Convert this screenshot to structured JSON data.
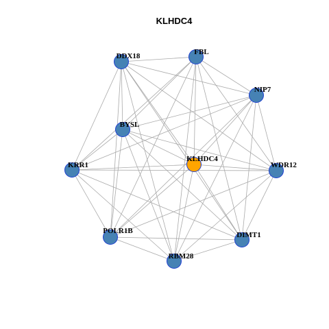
{
  "title": "KLHDC4",
  "colors": {
    "node_fill": "#4682b4",
    "center_fill": "#ffa500",
    "node_stroke": "#1f3fd1",
    "edge": "#a9a9a9"
  },
  "nodes": [
    {
      "id": "KLHDC4",
      "label": "KLHDC4",
      "center": true
    },
    {
      "id": "FBL",
      "label": "FBL"
    },
    {
      "id": "DDX18",
      "label": "DDX18"
    },
    {
      "id": "NIP7",
      "label": "NIP7"
    },
    {
      "id": "BYSL",
      "label": "BYSL"
    },
    {
      "id": "KRR1",
      "label": "KRR1"
    },
    {
      "id": "WDR12",
      "label": "WDR12"
    },
    {
      "id": "POLR1B",
      "label": "POLR1B"
    },
    {
      "id": "DIMT1",
      "label": "DIMT1"
    },
    {
      "id": "RBM28",
      "label": "RBM28"
    }
  ],
  "edges": [
    [
      "KLHDC4",
      "FBL"
    ],
    [
      "KLHDC4",
      "DDX18"
    ],
    [
      "KLHDC4",
      "NIP7"
    ],
    [
      "KLHDC4",
      "BYSL"
    ],
    [
      "KLHDC4",
      "KRR1"
    ],
    [
      "KLHDC4",
      "WDR12"
    ],
    [
      "KLHDC4",
      "POLR1B"
    ],
    [
      "KLHDC4",
      "DIMT1"
    ],
    [
      "KLHDC4",
      "RBM28"
    ],
    [
      "FBL",
      "DDX18"
    ],
    [
      "FBL",
      "NIP7"
    ],
    [
      "FBL",
      "BYSL"
    ],
    [
      "FBL",
      "KRR1"
    ],
    [
      "FBL",
      "WDR12"
    ],
    [
      "FBL",
      "POLR1B"
    ],
    [
      "FBL",
      "DIMT1"
    ],
    [
      "FBL",
      "RBM28"
    ],
    [
      "DDX18",
      "NIP7"
    ],
    [
      "DDX18",
      "BYSL"
    ],
    [
      "DDX18",
      "KRR1"
    ],
    [
      "DDX18",
      "WDR12"
    ],
    [
      "DDX18",
      "POLR1B"
    ],
    [
      "DDX18",
      "DIMT1"
    ],
    [
      "DDX18",
      "RBM28"
    ],
    [
      "NIP7",
      "BYSL"
    ],
    [
      "NIP7",
      "KRR1"
    ],
    [
      "NIP7",
      "WDR12"
    ],
    [
      "NIP7",
      "POLR1B"
    ],
    [
      "NIP7",
      "DIMT1"
    ],
    [
      "NIP7",
      "RBM28"
    ],
    [
      "BYSL",
      "KRR1"
    ],
    [
      "BYSL",
      "WDR12"
    ],
    [
      "BYSL",
      "POLR1B"
    ],
    [
      "BYSL",
      "DIMT1"
    ],
    [
      "BYSL",
      "RBM28"
    ],
    [
      "KRR1",
      "WDR12"
    ],
    [
      "KRR1",
      "POLR1B"
    ],
    [
      "KRR1",
      "DIMT1"
    ],
    [
      "KRR1",
      "RBM28"
    ],
    [
      "WDR12",
      "POLR1B"
    ],
    [
      "WDR12",
      "DIMT1"
    ],
    [
      "WDR12",
      "RBM28"
    ],
    [
      "POLR1B",
      "DIMT1"
    ],
    [
      "POLR1B",
      "RBM28"
    ],
    [
      "DIMT1",
      "RBM28"
    ]
  ]
}
